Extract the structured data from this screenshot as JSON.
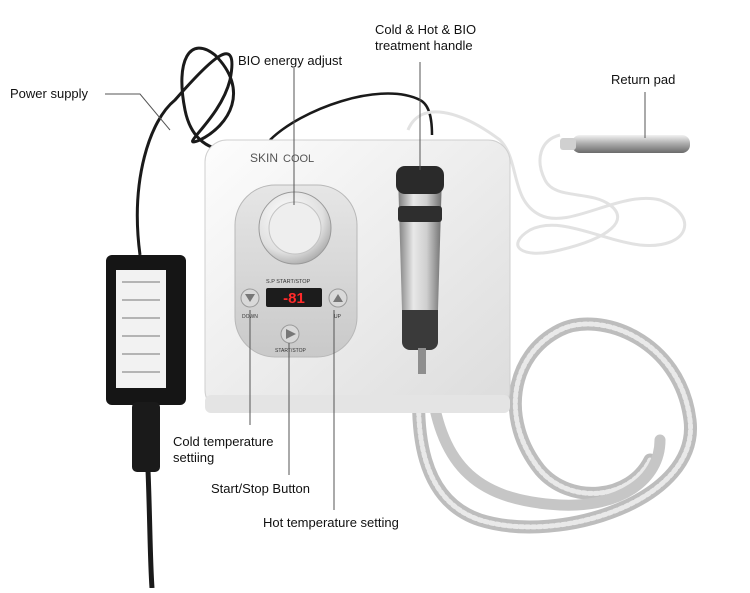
{
  "labels": {
    "power_supply": "Power supply",
    "bio_energy": "BIO energy adjust",
    "handle_line1": "Cold & Hot & BIO",
    "handle_line2": "treatment handle",
    "return_pad": "Return pad",
    "cold_line1": "Cold temperature",
    "cold_line2": "settiing",
    "start_stop": "Start/Stop Button",
    "hot_temp": "Hot temperature setting"
  },
  "device": {
    "brand_skin": "SKIN",
    "brand_cool": "COOL",
    "panel_header": "S.P START/STOP",
    "display_value": "-81",
    "down_label": "DOWN",
    "up_label": "UP",
    "start_stop_label": "START/STOP"
  },
  "colors": {
    "body": "#f4f4f4",
    "display_red": "#ff2a2a",
    "cable": "#1a1a1a",
    "hose": "#bdbdbd"
  }
}
